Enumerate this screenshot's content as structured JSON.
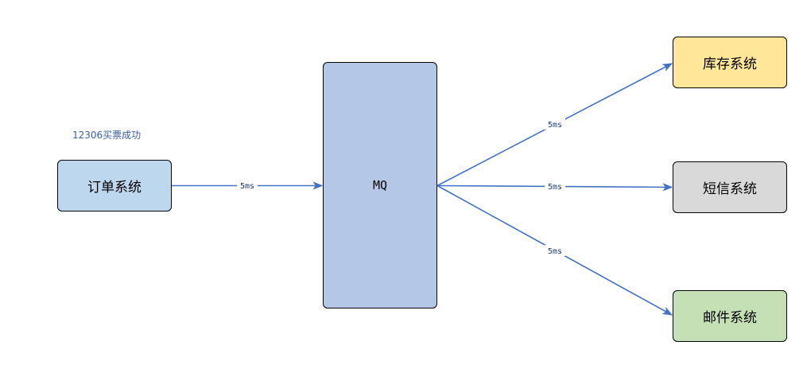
{
  "caption": "12306买票成功",
  "nodes": {
    "order": {
      "label": "订单系统",
      "fill": "#bdd7ee"
    },
    "mq": {
      "label": "MQ",
      "fill": "#b4c7e7"
    },
    "stock": {
      "label": "库存系统",
      "fill": "#ffe699"
    },
    "sms": {
      "label": "短信系统",
      "fill": "#d9d9d9"
    },
    "mail": {
      "label": "邮件系统",
      "fill": "#c5e0b4"
    }
  },
  "edges": [
    {
      "from": "order",
      "to": "mq",
      "label": "5ms"
    },
    {
      "from": "mq",
      "to": "stock",
      "label": "5ms"
    },
    {
      "from": "mq",
      "to": "sms",
      "label": "5ms"
    },
    {
      "from": "mq",
      "to": "mail",
      "label": "5ms"
    }
  ],
  "colors": {
    "edge": "#4472c4",
    "caption": "#3b5fa8"
  }
}
